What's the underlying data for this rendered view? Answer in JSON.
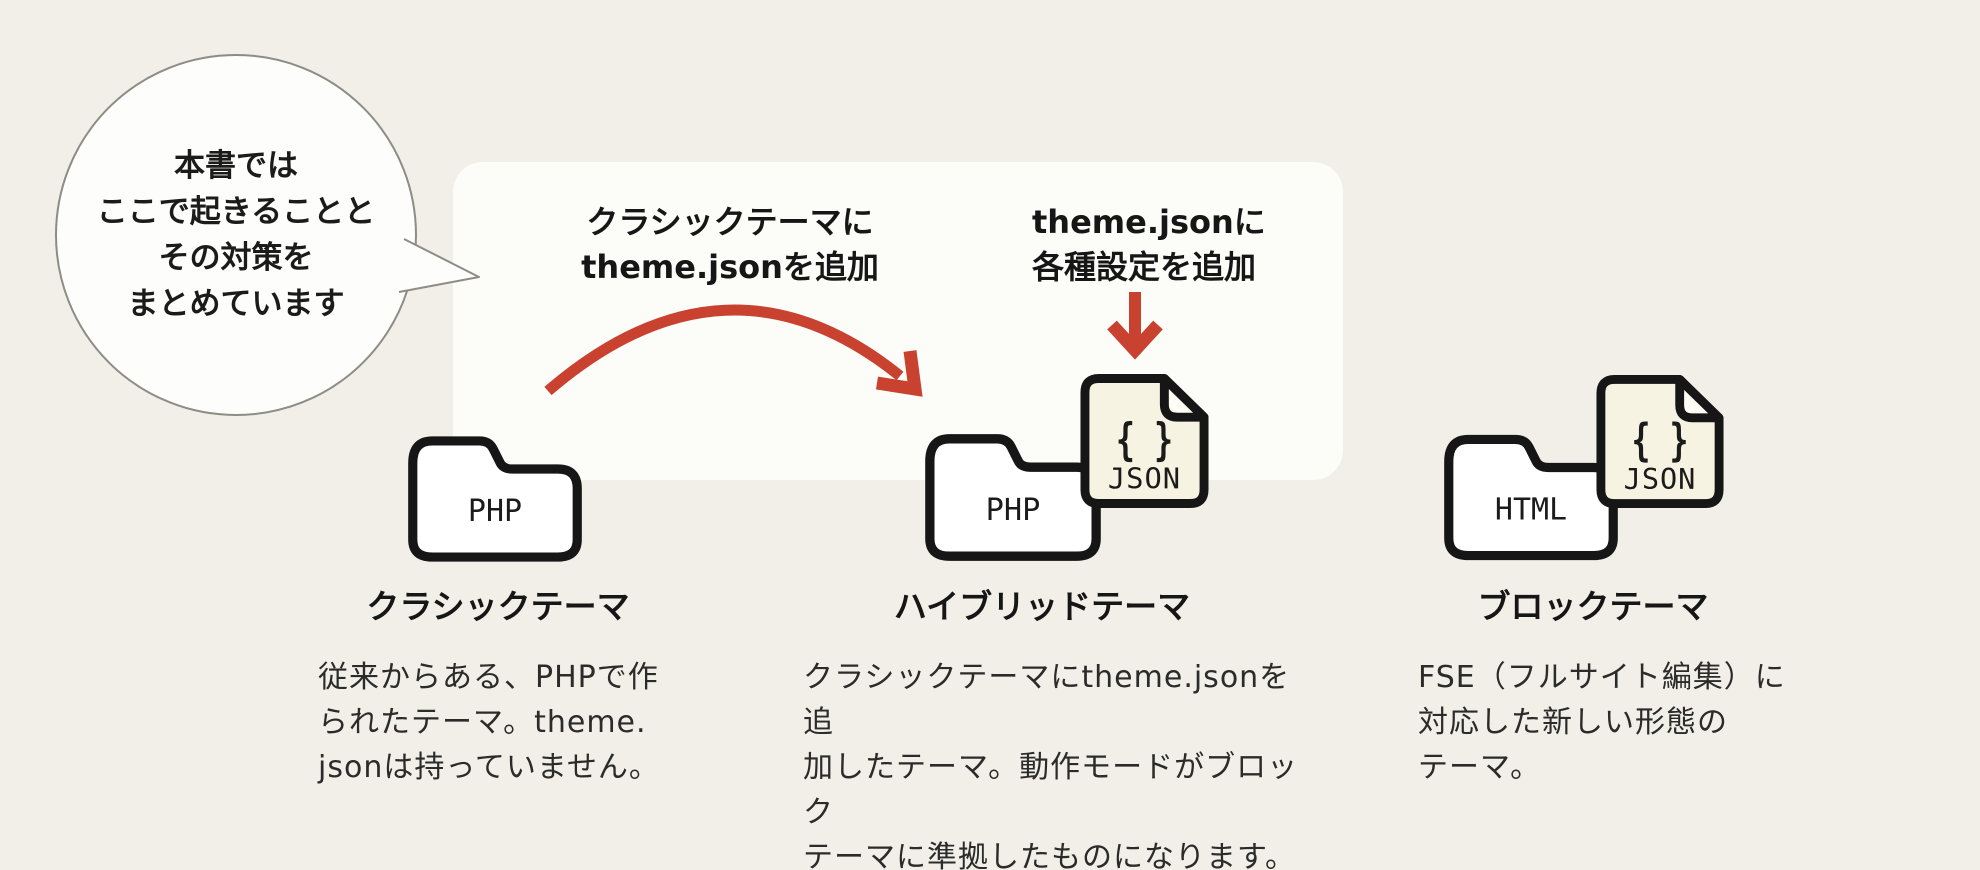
{
  "bubble": {
    "line1": "本書では",
    "line2": "ここで起きることと",
    "line3": "その対策を",
    "line4": "まとめています"
  },
  "annotations": {
    "classic_to_hybrid": {
      "line1": "クラシックテーマに",
      "line2": "theme.jsonを追加"
    },
    "json_settings": {
      "line1": "theme.jsonに",
      "line2": "各種設定を追加"
    }
  },
  "file_icon": {
    "braces": "{ }",
    "label": "JSON"
  },
  "themes": [
    {
      "id": "classic",
      "folder_label": "PHP",
      "title": "クラシックテーマ",
      "desc": [
        "従来からある、PHPで作",
        "られたテーマ。theme.",
        "jsonは持っていません。"
      ]
    },
    {
      "id": "hybrid",
      "folder_label": "PHP",
      "title": "ハイブリッドテーマ",
      "desc": [
        "クラシックテーマにtheme.jsonを追",
        "加したテーマ。動作モードがブロック",
        "テーマに準拠したものになります。"
      ]
    },
    {
      "id": "block",
      "folder_label": "HTML",
      "title": "ブロックテーマ",
      "desc": [
        "FSE（フルサイト編集）に",
        "対応した新しい形態の",
        "テーマ。"
      ]
    }
  ],
  "icons": {
    "speech_bubble": "speech-bubble",
    "folder": "folder-icon",
    "json_file": "json-file-icon",
    "curved_arrow": "curved-arrow-icon",
    "down_arrow": "down-arrow-icon"
  },
  "colors": {
    "background": "#f2efe8",
    "panel": "#fcfcf9",
    "bubble_fill": "#fdfdfb",
    "bubble_stroke": "#8e8c86",
    "outline_black": "#161616",
    "file_cream": "#f7f3e2",
    "accent_red": "#c8422f",
    "text_dark": "#1b1b1b",
    "text_body": "#2b2b2a"
  }
}
